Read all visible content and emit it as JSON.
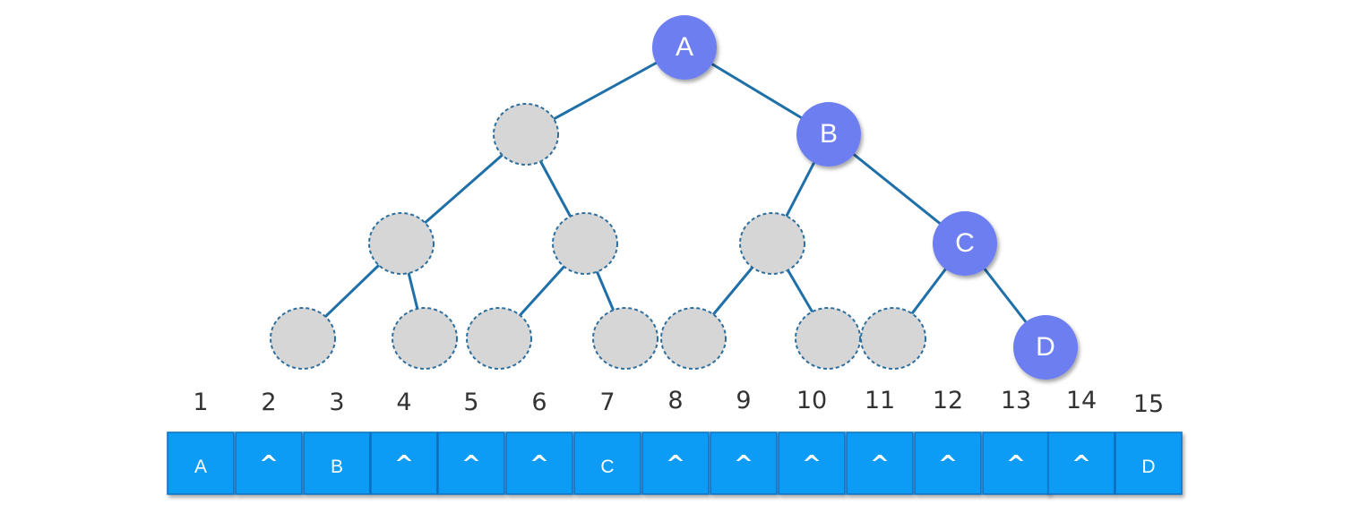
{
  "tree": {
    "nodes": [
      {
        "id": 1,
        "label": "A",
        "filled": true
      },
      {
        "id": 2,
        "label": "",
        "filled": false
      },
      {
        "id": 3,
        "label": "B",
        "filled": true
      },
      {
        "id": 4,
        "label": "",
        "filled": false
      },
      {
        "id": 5,
        "label": "",
        "filled": false
      },
      {
        "id": 6,
        "label": "",
        "filled": false
      },
      {
        "id": 7,
        "label": "C",
        "filled": true
      },
      {
        "id": 8,
        "label": "",
        "filled": false
      },
      {
        "id": 9,
        "label": "",
        "filled": false
      },
      {
        "id": 10,
        "label": "",
        "filled": false
      },
      {
        "id": 11,
        "label": "",
        "filled": false
      },
      {
        "id": 12,
        "label": "",
        "filled": false
      },
      {
        "id": 13,
        "label": "",
        "filled": false
      },
      {
        "id": 14,
        "label": "",
        "filled": false
      },
      {
        "id": 15,
        "label": "D",
        "filled": true
      }
    ],
    "edges": [
      [
        1,
        2
      ],
      [
        1,
        3
      ],
      [
        2,
        4
      ],
      [
        2,
        5
      ],
      [
        3,
        6
      ],
      [
        3,
        7
      ],
      [
        4,
        8
      ],
      [
        4,
        9
      ],
      [
        5,
        10
      ],
      [
        5,
        11
      ],
      [
        6,
        12
      ],
      [
        6,
        13
      ],
      [
        7,
        14
      ],
      [
        7,
        15
      ]
    ]
  },
  "array": {
    "indices": [
      "1",
      "2",
      "3",
      "4",
      "5",
      "6",
      "7",
      "8",
      "9",
      "10",
      "11",
      "12",
      "13",
      "14",
      "15"
    ],
    "cells": [
      "A",
      "^",
      "B",
      "^",
      "^",
      "^",
      "C",
      "^",
      "^",
      "^",
      "^",
      "^",
      "^",
      "^",
      "D"
    ]
  },
  "colors": {
    "filled_node": "#6c7ef0",
    "empty_node": "#d6d6d6",
    "empty_border": "#2e6f9e",
    "edge": "#1f6fa8",
    "cell": "#0a9cf5",
    "cell_border": "#0a6fc0"
  }
}
